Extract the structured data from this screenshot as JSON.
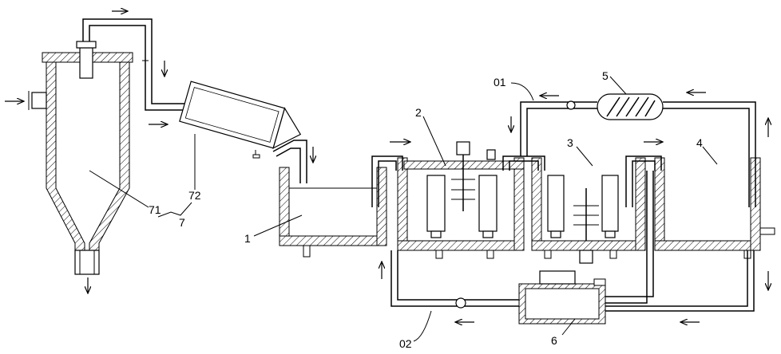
{
  "labels": {
    "l1": "1",
    "l2": "2",
    "l3": "3",
    "l4": "4",
    "l5": "5",
    "l6": "6",
    "l7": "7",
    "l71": "71",
    "l72": "72",
    "l01": "01",
    "l02": "02"
  },
  "icons": [
    "flow-arrow-icon",
    "ball-valve-icon",
    "motor-icon",
    "filter-cartridge-icon"
  ],
  "colors": {
    "line": "#000000",
    "background": "#ffffff"
  }
}
